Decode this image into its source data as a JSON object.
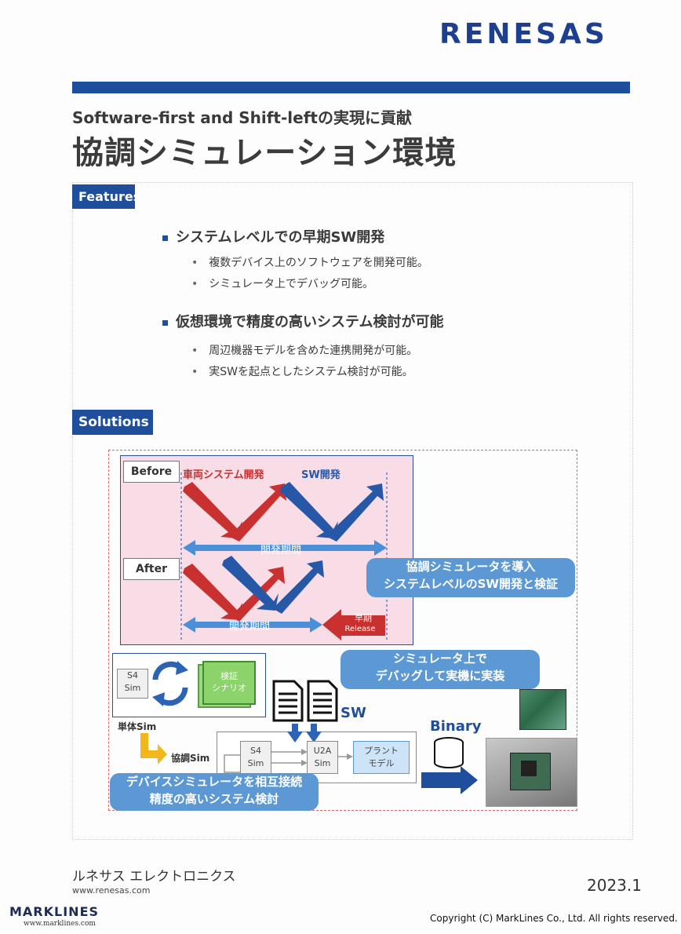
{
  "header": {
    "logo": "RENESAS",
    "subtitle": "Software-first and Shift-leftの実現に貢献",
    "title": "協調シミュレーション環境"
  },
  "features": {
    "tag": "Features",
    "groups": [
      {
        "heading": "システムレベルでの早期SW開発",
        "items": [
          "複数デバイス上のソフトウェアを開発可能。",
          "シミュレータ上でデバッグ可能。"
        ]
      },
      {
        "heading": "仮想環境で精度の高いシステム検討が可能",
        "items": [
          "周辺機器モデルを含めた連携開発が可能。",
          "実SWを起点としたシステム検討が可能。"
        ]
      }
    ]
  },
  "solutions": {
    "tag": "Solutions",
    "before_label": "Before",
    "after_label": "After",
    "vehicle_dev": "車両システム開発",
    "sw_dev": "SW開発",
    "period_before": "開発期間",
    "period_after": "開発期間",
    "early_line1": "早期",
    "early_line2": "Release",
    "callout_intro_line1": "協調シミュレータを導入",
    "callout_intro_line2": "システムレベルのSW開発と検証",
    "callout_debug_line1": "シミュレータ上で",
    "callout_debug_line2": "デバッグして実機に実装",
    "s4_sim_top": "S4",
    "s4_sim_bottom": "Sim",
    "scenario_line1": "検証",
    "scenario_line2": "シナリオ",
    "single_sim": "単体Sim",
    "coop_sim": "協調Sim",
    "sw_label": "SW",
    "binary_label": "Binary",
    "s4_top": "S4",
    "s4_bottom": "Sim",
    "u2a_top": "U2A",
    "u2a_bottom": "Sim",
    "plant_top": "プラント",
    "plant_bottom": "モデル",
    "callout_device_line1": "デバイスシミュレータを相互接続",
    "callout_device_line2": "精度の高いシステム検討"
  },
  "footer": {
    "company": "ルネサス エレクトロニクス",
    "url": "www.renesas.com",
    "date": "2023.1",
    "marklines_logo": "MARKLINES",
    "marklines_url": "www.marklines.com",
    "copyright": "Copyright (C) MarkLines Co., Ltd. All rights reserved."
  },
  "colors": {
    "brand_blue": "#1d4f9c",
    "arrow_red": "#c8312f",
    "arrow_blue": "#2758a8",
    "light_blue": "#5b98d4",
    "pink_panel": "#f8dde6"
  }
}
